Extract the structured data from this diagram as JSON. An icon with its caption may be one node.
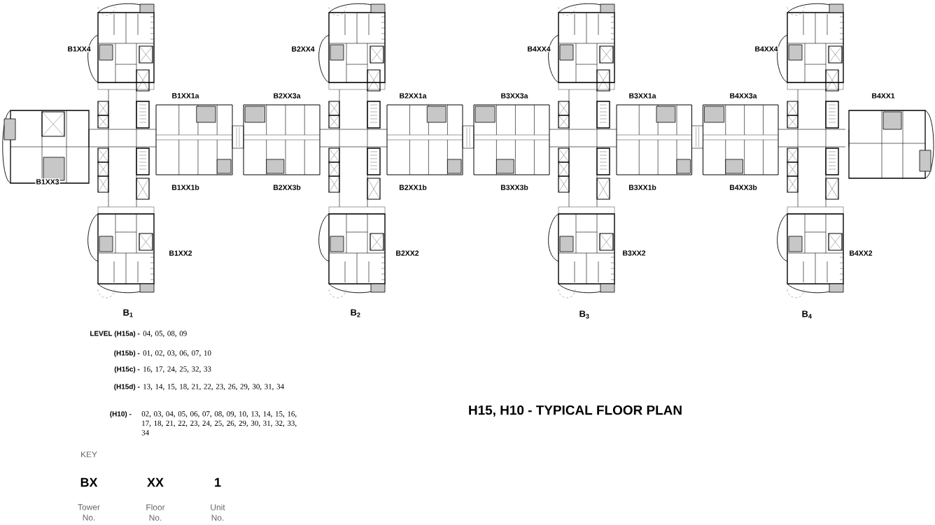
{
  "diagram": {
    "title": "H15, H10 - TYPICAL FLOOR PLAN",
    "labels": [
      "B1XX4",
      "B2XX4",
      "B4XX4",
      "B4XX4",
      "B1XX1a",
      "B2XX3a",
      "B2XX1a",
      "B3XX3a",
      "B3XX1a",
      "B4XX3a",
      "B4XX1",
      "B1XX3",
      "B1XX1b",
      "B2XX3b",
      "B2XX1b",
      "B3XX3b",
      "B3XX1b",
      "B4XX3b",
      "B1XX2",
      "B2XX2",
      "B3XX2",
      "B4XX2",
      "B$_{1}$",
      "B$_{2}$",
      "B$_{3}$",
      "B$_{4}$",
      "LEVEL (H15a) -",
      "04, 05, 08, 09",
      "(H15b) -",
      "01, 02, 03, 06, 07, 10",
      "(H15c) -",
      "16, 17, 24, 25, 32, 33",
      "(H15d) -",
      "13, 14, 15, 18, 21, 22, 23, 26, 29, 30, 31, 34",
      "(H10) -",
      "02, 03, 04, 05, 06, 07, 08, 09, 10, 13, 14, 15, 16, 17, 18, 21, 22, 23, 24, 25, 26, 29, 30, 31, 32, 33, 34",
      "KEY",
      "BX",
      "XX",
      "1",
      "Tower No.",
      "Floor No.",
      "Unit No."
    ]
  }
}
